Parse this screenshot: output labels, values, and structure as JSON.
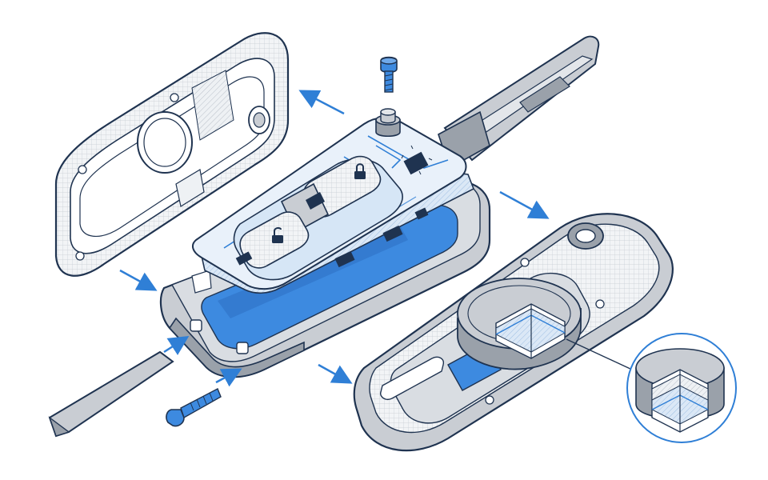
{
  "diagram": {
    "kind": "exploded-view",
    "subject": "flip key fob",
    "colors": {
      "outline": "#1f3350",
      "blue_accent": "#2f7fd6",
      "blue_fill": "#3d8ae0",
      "light_blue": "#d6e6f6",
      "grey_fill": "#c9cdd3",
      "dark_grey": "#9aa1aa",
      "white": "#ffffff"
    },
    "parts": [
      {
        "id": "upper-housing-shell",
        "icon": "housing-shell-icon"
      },
      {
        "id": "retaining-screw-top",
        "icon": "screw-icon"
      },
      {
        "id": "keypad-circuit-board",
        "icon": "circuit-board-icon"
      },
      {
        "id": "lower-housing-frame",
        "icon": "housing-frame-icon"
      },
      {
        "id": "flip-key-blade",
        "icon": "key-blade-icon"
      },
      {
        "id": "battery-compartment-case",
        "icon": "battery-case-icon"
      },
      {
        "id": "coin-cell-battery",
        "icon": "coin-cell-icon"
      },
      {
        "id": "emergency-key-blade",
        "icon": "key-blade-icon"
      },
      {
        "id": "retaining-screw-side",
        "icon": "screw-icon"
      },
      {
        "id": "battery-cross-section-callout",
        "icon": "magnifier-callout-icon"
      }
    ],
    "keypad_buttons": [
      "lock-icon",
      "trunk-icon",
      "unlock-icon"
    ],
    "arrows": [
      "arrow-up-left",
      "arrow-down-right-board",
      "arrow-right-to-frame",
      "arrow-up-to-frame-left",
      "arrow-up-to-frame-screw",
      "arrow-down-right-case"
    ]
  }
}
